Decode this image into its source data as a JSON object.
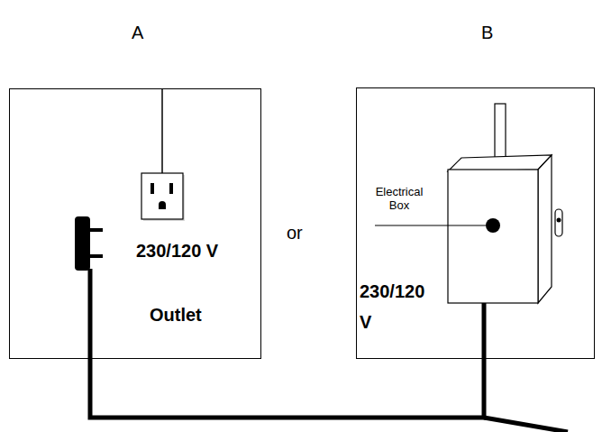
{
  "diagram": {
    "nodes": [
      {
        "text": [
          "A",
          "230/120 V",
          "Outlet"
        ]
      },
      {
        "text": [
          "B",
          "Electrical Box",
          "230/120 V"
        ]
      }
    ],
    "edges": [
      {
        "from": 0,
        "to": 1,
        "arrow": "none"
      }
    ],
    "labels": [
      "or"
    ]
  }
}
